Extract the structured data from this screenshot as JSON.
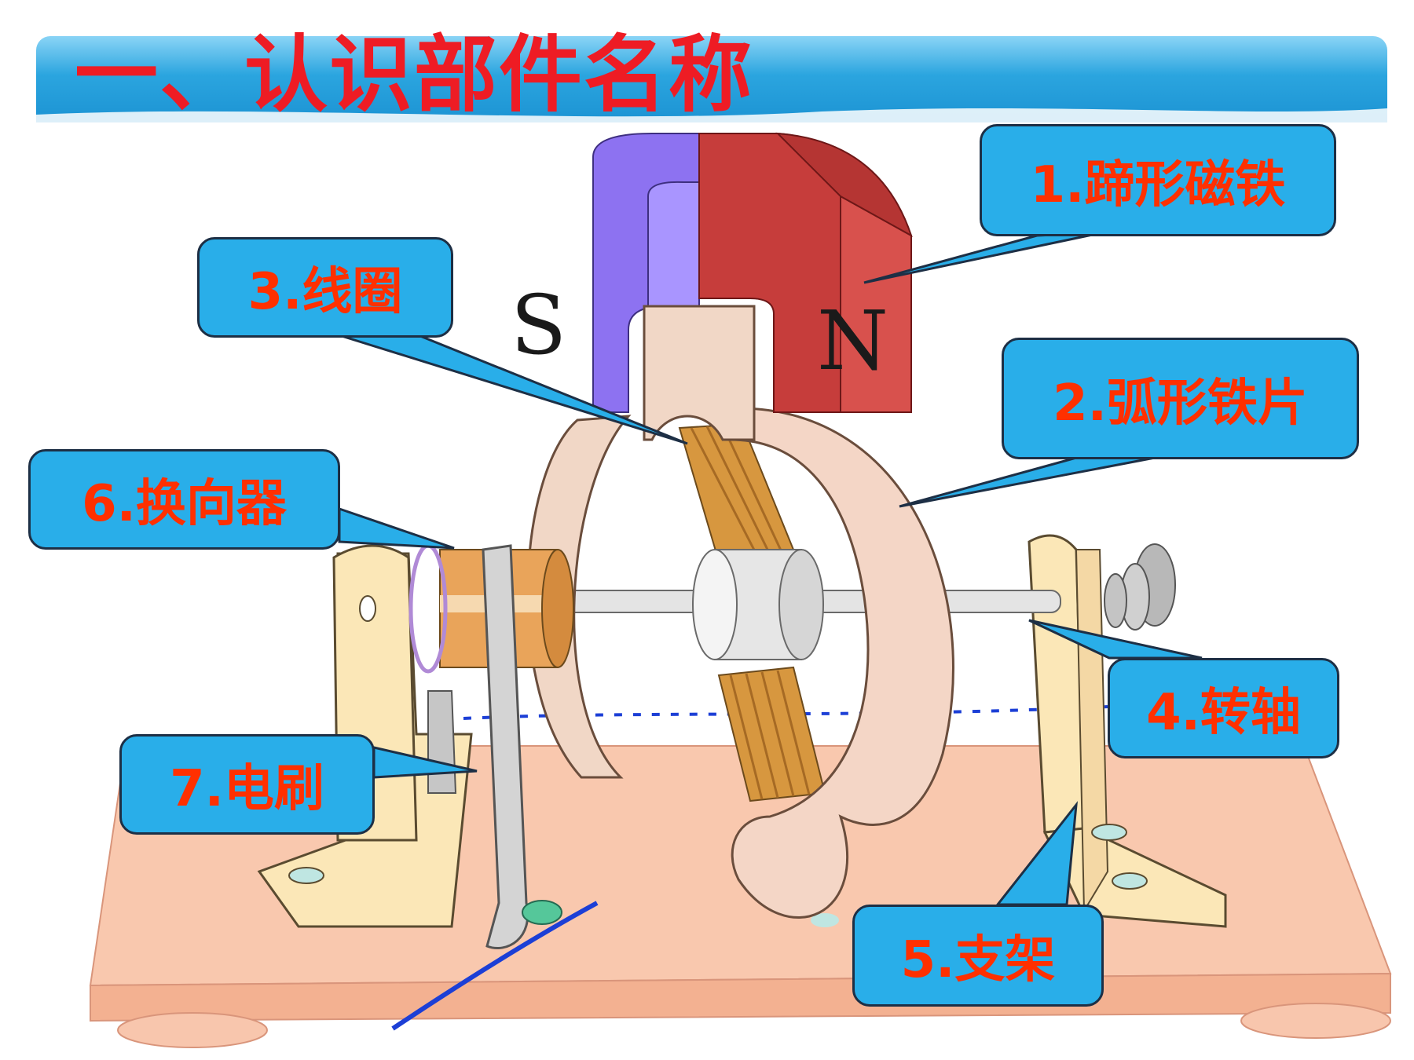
{
  "slide": {
    "title": "一、认识部件名称"
  },
  "magnet": {
    "south_label": "S",
    "north_label": "N",
    "colors": {
      "south": "#8d72f1",
      "north": "#c63d3b"
    }
  },
  "callouts": [
    {
      "id": "horseshoe-magnet",
      "label": "1.蹄形磁铁"
    },
    {
      "id": "arc-iron",
      "label": "2.弧形铁片"
    },
    {
      "id": "coil",
      "label": "3.线圈"
    },
    {
      "id": "shaft",
      "label": "4.转轴"
    },
    {
      "id": "bracket",
      "label": "5.支架"
    },
    {
      "id": "commutator",
      "label": "6.换向器"
    },
    {
      "id": "brush",
      "label": "7.电刷"
    }
  ],
  "colors": {
    "header_blue": "#1c93d3",
    "title_red": "#ee1c24",
    "callout_fill": "#29aee9",
    "callout_text": "#ff3000",
    "base": "#f7bfa3",
    "arc_iron": "#f1d4c4"
  }
}
